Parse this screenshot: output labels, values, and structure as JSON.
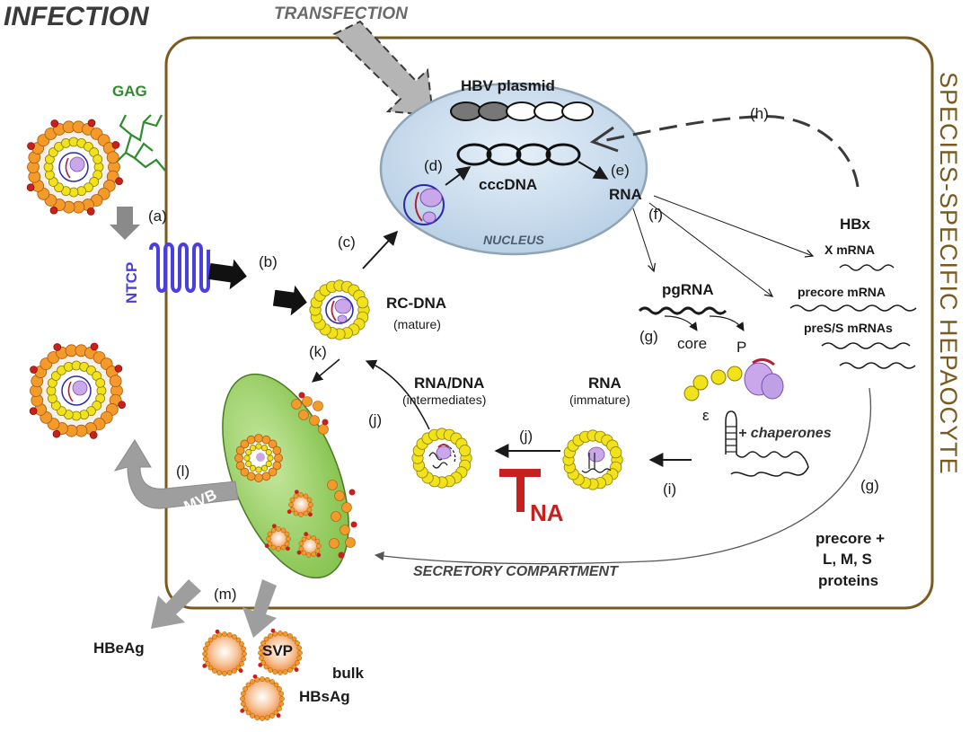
{
  "title_infection": "INFECTION",
  "title_transfection": "TRANSFECTION",
  "side_label": "SPECIES-SPECIFIC HEPAOCYTE",
  "colors": {
    "cell_border": "#7a5a1e",
    "nucleus_fill": "#cfe0f0",
    "ntcp": "#4b3fe0",
    "gag": "#2e8b2e",
    "mvb_fill": "#93c95a",
    "capsid": "#f2e21c",
    "envelope": "#f39a2b",
    "envelope_red": "#c8201a",
    "polymerase": "#c9a7ea",
    "arrow_gray": "#a8a8a8",
    "inhibitor_red": "#c81f1f"
  },
  "labels": {
    "gag": "GAG",
    "ntcp": "NTCP",
    "a": "(a)",
    "b": "(b)",
    "c": "(c)",
    "d": "(d)",
    "e": "(e)",
    "f": "(f)",
    "g1": "(g)",
    "g2": "(g)",
    "h": "(h)",
    "i": "(i)",
    "j1": "(j)",
    "j2": "(j)",
    "k": "(k)",
    "l": "(l)",
    "m": "(m)",
    "hbv_plasmid": "HBV plasmid",
    "cccdna": "cccDNA",
    "rna_nuc": "RNA",
    "nucleus": "NUCLEUS",
    "hbx": "HBx",
    "x_mrna": "X mRNA",
    "precore_mrna": "precore  mRNA",
    "pres_mrna": "preS/S mRNAs",
    "pgrna": "pgRNA",
    "core": "core",
    "p": "P",
    "epsilon": "ε",
    "chaperones": "+ chaperones",
    "rc_dna": "RC-DNA",
    "mature": "(mature)",
    "rna_dna": "RNA/DNA",
    "intermediates": "(intermediates)",
    "rna_imm": "RNA",
    "immature": "(immature)",
    "tna_t": "T",
    "tna_na": "NA",
    "mvb": "MVB",
    "secretory": "SECRETORY COMPARTMENT",
    "precore_prot_1": "precore +",
    "precore_prot_2": "L, M, S",
    "precore_prot_3": "proteins",
    "hbeag": "HBeAg",
    "svp": "SVP",
    "bulk": "bulk",
    "hbsag": "HBsAg"
  }
}
